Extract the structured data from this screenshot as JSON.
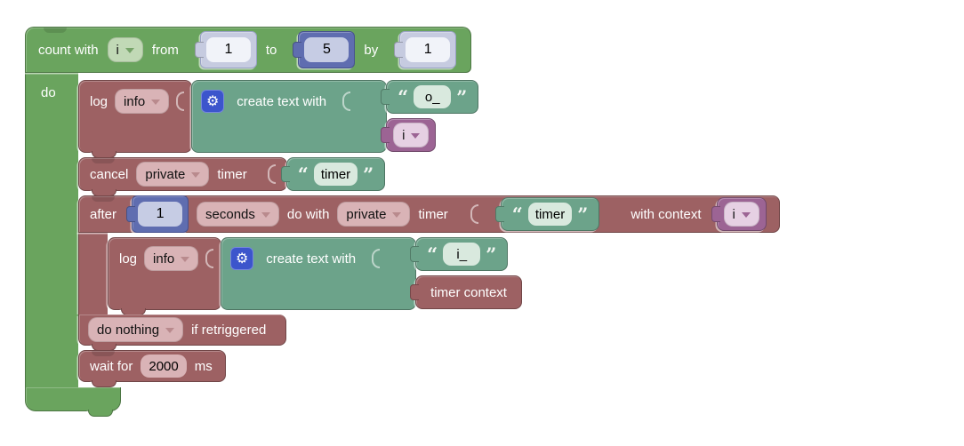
{
  "colors": {
    "loop_green": "#6aa45e",
    "action_red": "#9d6163",
    "text_teal": "#6ca38a",
    "variable_plum": "#9c6494",
    "number_light": "#c6cbe0",
    "number_dark": "#5f6db0",
    "gear_blue": "#3c55cc",
    "pill_green": "#c1d9b6",
    "pill_pink": "#d9b3b6",
    "pill_plum": "#e6d0e3",
    "workspace_bg": "#ffffff"
  },
  "icons": {
    "gear": "⚙",
    "open_quote": "“",
    "close_quote": "”"
  },
  "loop": {
    "count_with": "count with",
    "variable": "i",
    "from": "from",
    "from_value": "1",
    "to": "to",
    "to_value": "5",
    "by": "by",
    "by_value": "1",
    "do": "do"
  },
  "log_outer": {
    "log": "log",
    "level": "info"
  },
  "create_text_outer": {
    "label": "create text with",
    "text_value": "o_",
    "variable": "i"
  },
  "cancel": {
    "cancel": "cancel",
    "scope": "private",
    "timer": "timer",
    "timer_name": "timer"
  },
  "after": {
    "after": "after",
    "delay": "1",
    "unit": "seconds",
    "do_with": "do with",
    "scope": "private",
    "timer": "timer",
    "timer_name": "timer",
    "with_context": "with context",
    "context_variable": "i",
    "retrigger": "do nothing",
    "if_retriggered": "if retriggered"
  },
  "log_inner": {
    "log": "log",
    "level": "info"
  },
  "create_text_inner": {
    "label": "create text with",
    "text_value": "i_",
    "context_block": "timer context"
  },
  "wait": {
    "wait_for": "wait for",
    "ms_value": "2000",
    "ms": "ms"
  }
}
